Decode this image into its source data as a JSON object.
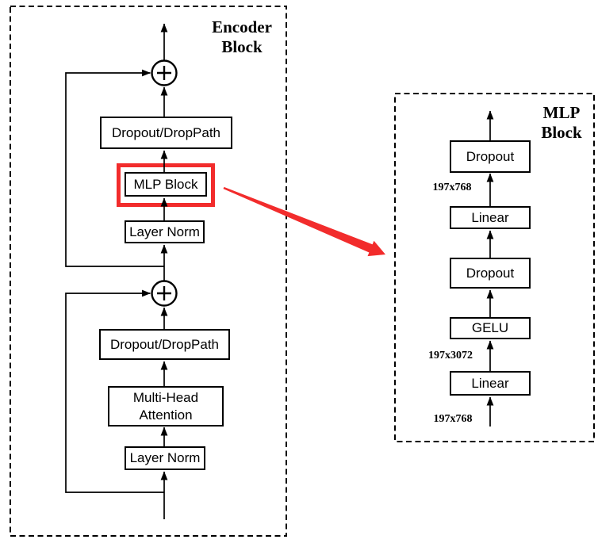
{
  "encoder": {
    "title": {
      "line1": "Encoder",
      "line2": "Block"
    },
    "boxes": {
      "dropout_droppath_upper": "Dropout/DropPath",
      "mlp_block": "MLP Block",
      "layer_norm_upper": "Layer Norm",
      "dropout_droppath_lower": "Dropout/DropPath",
      "mha": {
        "line1": "Multi-Head",
        "line2": "Attention"
      },
      "layer_norm_lower": "Layer Norm"
    }
  },
  "mlp": {
    "title": {
      "line1": "MLP",
      "line2": "Block"
    },
    "boxes": {
      "dropout_upper": "Dropout",
      "linear_upper": "Linear",
      "dropout_lower": "Dropout",
      "gelu": "GELU",
      "linear_lower": "Linear"
    },
    "dims": {
      "between_linear_and_dropout": "197x768",
      "between_linear_and_gelu": "197x3072",
      "input": "197x768"
    }
  },
  "colors": {
    "highlight_red": "#f22c2c",
    "line_black": "#000000"
  }
}
